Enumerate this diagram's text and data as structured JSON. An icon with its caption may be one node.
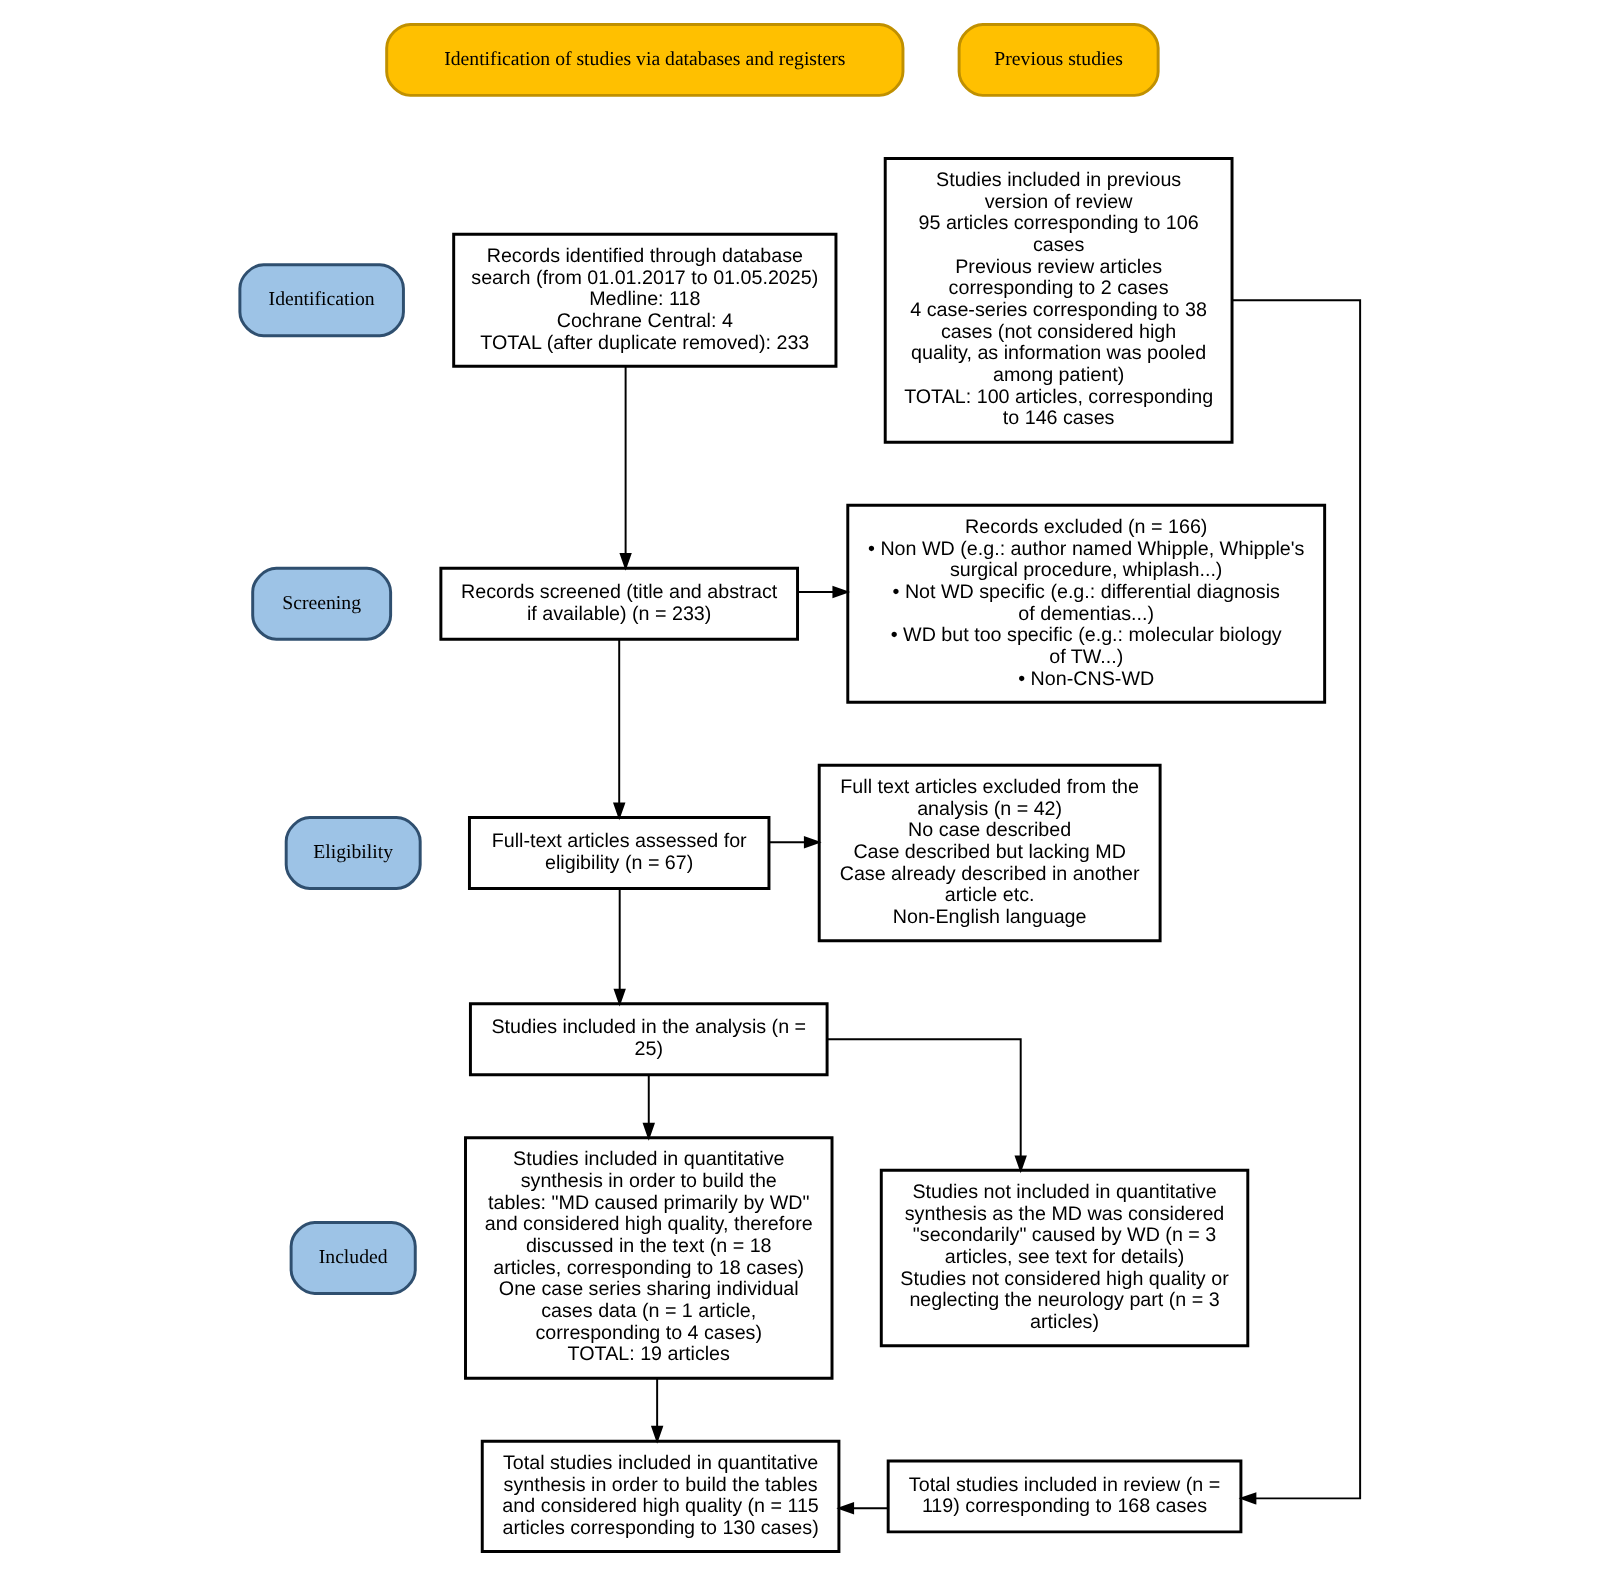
{
  "diagram": {
    "nodes": [
      {
        "text": [
          "Identification of studies via databases and registers"
        ]
      },
      {
        "text": [
          "Previous studies"
        ]
      },
      {
        "text": [
          "Identification"
        ]
      },
      {
        "text": [
          "Screening"
        ]
      },
      {
        "text": [
          "Eligibility"
        ]
      },
      {
        "text": [
          "Included"
        ]
      },
      {
        "text": [
          "Records identified through database search (from 01.01.2017 to 01.05.2025)",
          "Medline: 118",
          "Cochrane Central: 4",
          "TOTAL (after duplicate removed): 233"
        ]
      },
      {
        "text": [
          "Records screened (title and abstract if available) (n = 233)"
        ]
      },
      {
        "text": [
          "Records excluded (n = 166)",
          "• Non WD (e.g.: author named Whipple, Whipple's surgical procedure, whiplash...)",
          "• Not WD specific (e.g.: differential diagnosis of dementias...)",
          "• WD but too specific (e.g.: molecular biology of TW...)",
          "• Non-CNS-WD"
        ]
      },
      {
        "text": [
          "Full-text articles assessed for eligibility (n = 67)"
        ]
      },
      {
        "text": [
          "Full text articles excluded from the analysis (n = 42)",
          "No case described",
          "Case described but lacking MD",
          "Case already described in another article etc.",
          "Non-English language"
        ]
      },
      {
        "text": [
          "Studies included in the analysis (n = 25)"
        ]
      },
      {
        "text": [
          "Studies included in quantitative synthesis in order to build the tables: \"MD caused primarily by WD\" and considered high quality, therefore discussed in the text (n = 18 articles, corresponding to 18 cases)",
          "One case series sharing individual cases data (n = 1 article, corresponding to 4 cases)",
          "TOTAL: 19 articles"
        ]
      },
      {
        "text": [
          "Studies not included in quantitative synthesis as the MD was considered \"secondarily\" caused by WD (n = 3 articles, see text for details)",
          "Studies not considered high quality or neglecting the neurology part (n = 3 articles)"
        ]
      },
      {
        "text": [
          "Total studies included in quantitative synthesis in order to build the tables and considered high quality (n = 115 articles corresponding to 130 cases)"
        ]
      },
      {
        "text": [
          "Total studies included in review (n = 119) corresponding to 168 cases"
        ]
      },
      {
        "text": [
          "Studies included in previous version of review",
          "95 articles corresponding to 106 cases",
          "Previous review articles corresponding to 2 cases",
          "4 case-series corresponding to 38 cases (not considered high quality, as information was pooled among patient)",
          "TOTAL: 100 articles, corresponding to 146 cases"
        ]
      }
    ],
    "edges": [
      {
        "from": 6,
        "to": 7,
        "arrow": "to"
      },
      {
        "from": 7,
        "to": 8,
        "arrow": "to"
      },
      {
        "from": 7,
        "to": 9,
        "arrow": "to"
      },
      {
        "from": 9,
        "to": 10,
        "arrow": "to"
      },
      {
        "from": 9,
        "to": 11,
        "arrow": "to"
      },
      {
        "from": 11,
        "to": 12,
        "arrow": "to"
      },
      {
        "from": 11,
        "to": 13,
        "arrow": "to"
      },
      {
        "from": 12,
        "to": 14,
        "arrow": "to"
      },
      {
        "from": 15,
        "to": 14,
        "arrow": "to"
      },
      {
        "from": 16,
        "to": 15,
        "arrow": "to"
      }
    ]
  }
}
